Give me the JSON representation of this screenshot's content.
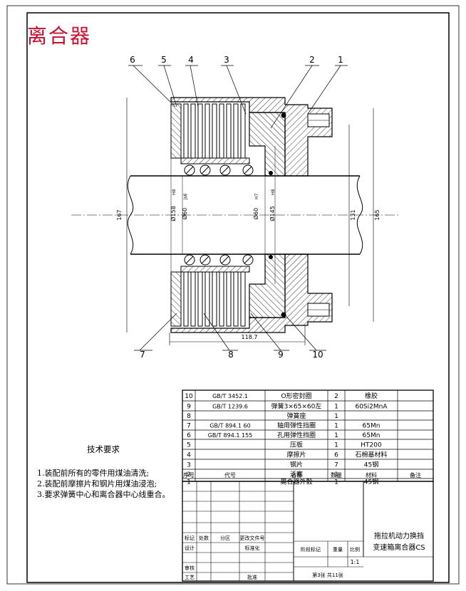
{
  "drawing_title": "离合器",
  "callouts": [
    "1",
    "2",
    "3",
    "4",
    "5",
    "6",
    "7",
    "8",
    "9",
    "10"
  ],
  "dimensions": {
    "d_left_outer": "167",
    "d_bore_left": "Ø158",
    "d_bore_left_tol": "H8",
    "d_shaft_left": "Ø60",
    "d_shaft_left_tol": "js6",
    "d_shaft_mid": "Ø60",
    "d_shaft_mid_tol": "H7",
    "d_inner_145": "Ø145",
    "d_inner_145_tol": "H8",
    "d_131": "131",
    "d_165": "165",
    "length": "118.7"
  },
  "tech_requirements": {
    "title": "技术要求",
    "items": [
      "1.装配前所有的零件用煤油清洗;",
      "2.装配前摩擦片和钢片用煤油浸泡;",
      "3.要求弹簧中心和离合器中心线重合。"
    ]
  },
  "bom": {
    "headers": [
      "序号",
      "代号",
      "名称",
      "数量",
      "材料",
      "备注"
    ],
    "rows": [
      {
        "no": "10",
        "code": "GB/T 3452.1",
        "name": "O形密封圈",
        "qty": "2",
        "material": "橡胶",
        "note": ""
      },
      {
        "no": "9",
        "code": "GB/T 1239.6",
        "name": "弹簧3×65×60左",
        "qty": "1",
        "material": "60Si2MnA",
        "note": ""
      },
      {
        "no": "8",
        "code": "",
        "name": "弹簧座",
        "qty": "1",
        "material": "",
        "note": ""
      },
      {
        "no": "7",
        "code": "GB/T 894.1 60",
        "name": "轴用弹性挡圈",
        "qty": "1",
        "material": "65Mn",
        "note": ""
      },
      {
        "no": "6",
        "code": "GB/T 894.1 155",
        "name": "孔用弹性挡圈",
        "qty": "1",
        "material": "65Mn",
        "note": ""
      },
      {
        "no": "5",
        "code": "",
        "name": "压板",
        "qty": "1",
        "material": "HT200",
        "note": ""
      },
      {
        "no": "4",
        "code": "",
        "name": "摩擦片",
        "qty": "6",
        "material": "石棉基材料",
        "note": ""
      },
      {
        "no": "3",
        "code": "",
        "name": "钢片",
        "qty": "7",
        "material": "45钢",
        "note": ""
      },
      {
        "no": "2",
        "code": "",
        "name": "活塞",
        "qty": "1",
        "material": "",
        "note": ""
      },
      {
        "no": "1",
        "code": "",
        "name": "离合器外毂",
        "qty": "1",
        "material": "45钢",
        "note": ""
      }
    ]
  },
  "title_block": {
    "mark": "标记",
    "count": "处数",
    "zone": "分区",
    "change_doc": "更改文件号",
    "design": "设计",
    "standardize": "标准化",
    "review": "审核",
    "process": "工艺",
    "approve": "批准",
    "stage_mark": "阶段标记",
    "weight": "重量",
    "scale": "比例",
    "scale_value": "1:1",
    "product_title_line1": "拖拉机动力换挡",
    "product_title_line2": "变速箱离合器CS",
    "sheet_info": "第3张  共11张"
  }
}
